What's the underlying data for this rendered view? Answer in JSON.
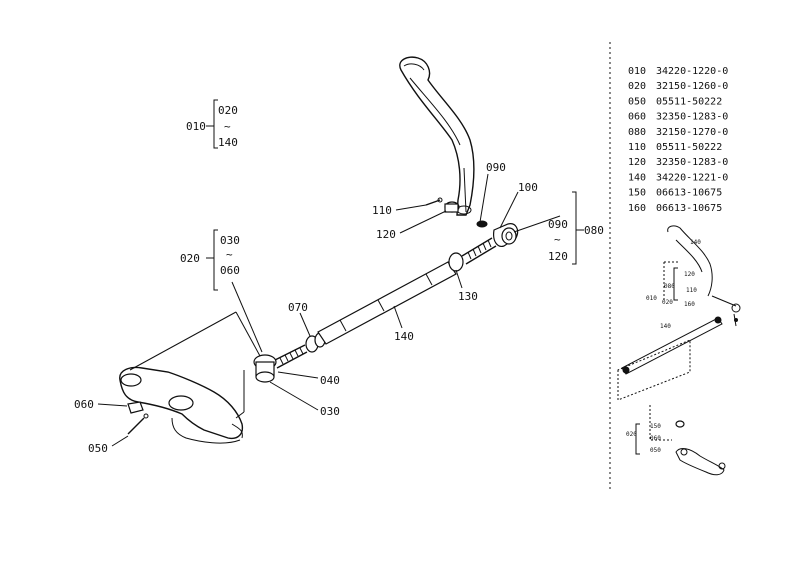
{
  "callouts": {
    "g010": "010",
    "g010_from": "020",
    "g010_tilde": "~",
    "g010_to": "140",
    "g020": "020",
    "g020_from": "030",
    "g020_tilde": "~",
    "g020_to": "060",
    "g080": "080",
    "g080_from": "090",
    "g080_tilde": "~",
    "g080_to": "120",
    "p110": "110",
    "p120": "120",
    "p090": "090",
    "p100": "100",
    "p130": "130",
    "p140": "140",
    "p070": "070",
    "p040": "040",
    "p030": "030",
    "p060": "060",
    "p050": "050"
  },
  "parts_list": [
    {
      "ref": "010",
      "part": "34220-1220-0"
    },
    {
      "ref": "020",
      "part": "32150-1260-0"
    },
    {
      "ref": "050",
      "part": "05511-50222"
    },
    {
      "ref": "060",
      "part": "32350-1283-0"
    },
    {
      "ref": "080",
      "part": "32150-1270-0"
    },
    {
      "ref": "110",
      "part": "05511-50222"
    },
    {
      "ref": "120",
      "part": "32350-1283-0"
    },
    {
      "ref": "140",
      "part": "34220-1221-0"
    },
    {
      "ref": "150",
      "part": "06613-10675"
    },
    {
      "ref": "160",
      "part": "06613-10675"
    }
  ],
  "mini_labels": {
    "m140a": "140",
    "m120": "120",
    "m080": "080",
    "m110": "110",
    "m010": "010",
    "m020a": "020",
    "m160": "160",
    "m140b": "140",
    "m150": "150",
    "m020b": "020",
    "m060": "060",
    "m050": "050"
  }
}
